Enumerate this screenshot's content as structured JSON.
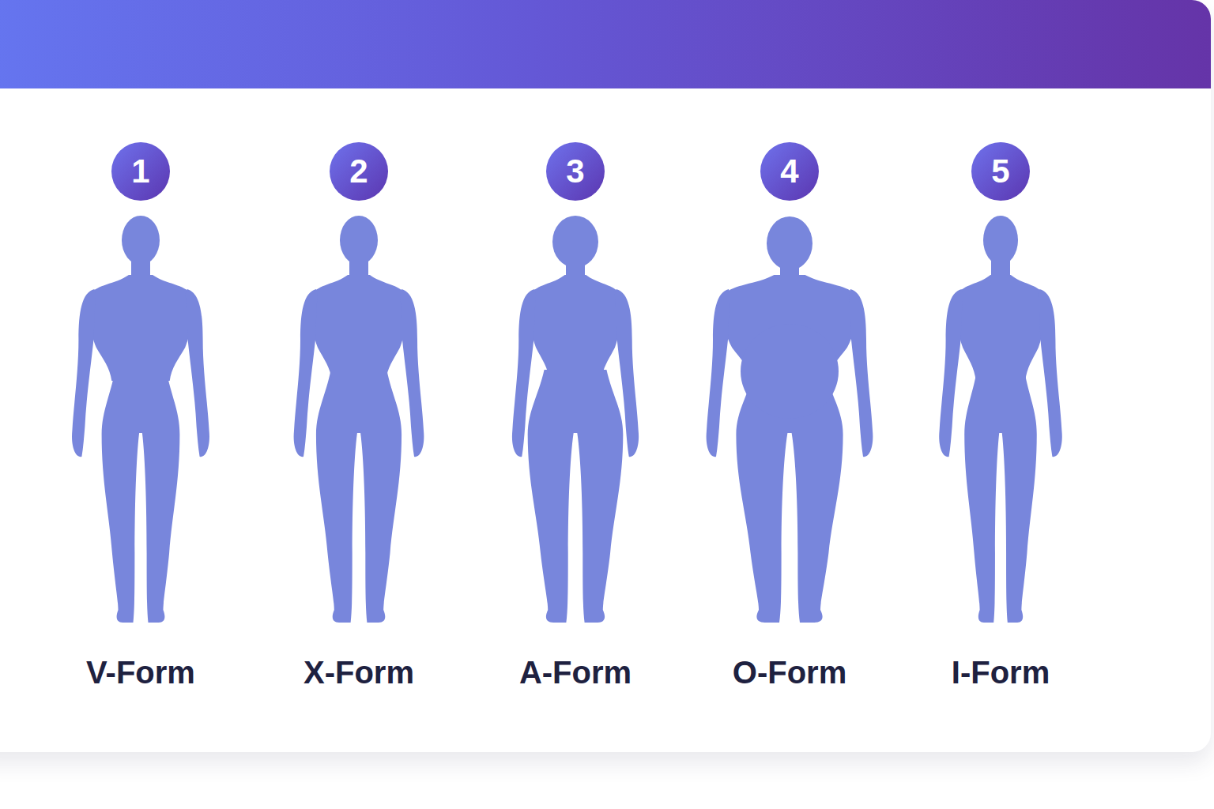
{
  "diagram": {
    "nodes": [
      {
        "text": [
          "1"
        ]
      },
      {
        "text": [
          "2"
        ]
      },
      {
        "text": [
          "3"
        ]
      },
      {
        "text": [
          "4"
        ]
      },
      {
        "text": [
          "5"
        ]
      }
    ],
    "labels": [
      "V-Form",
      "X-Form",
      "A-Form",
      "O-Form",
      "I-Form"
    ]
  }
}
